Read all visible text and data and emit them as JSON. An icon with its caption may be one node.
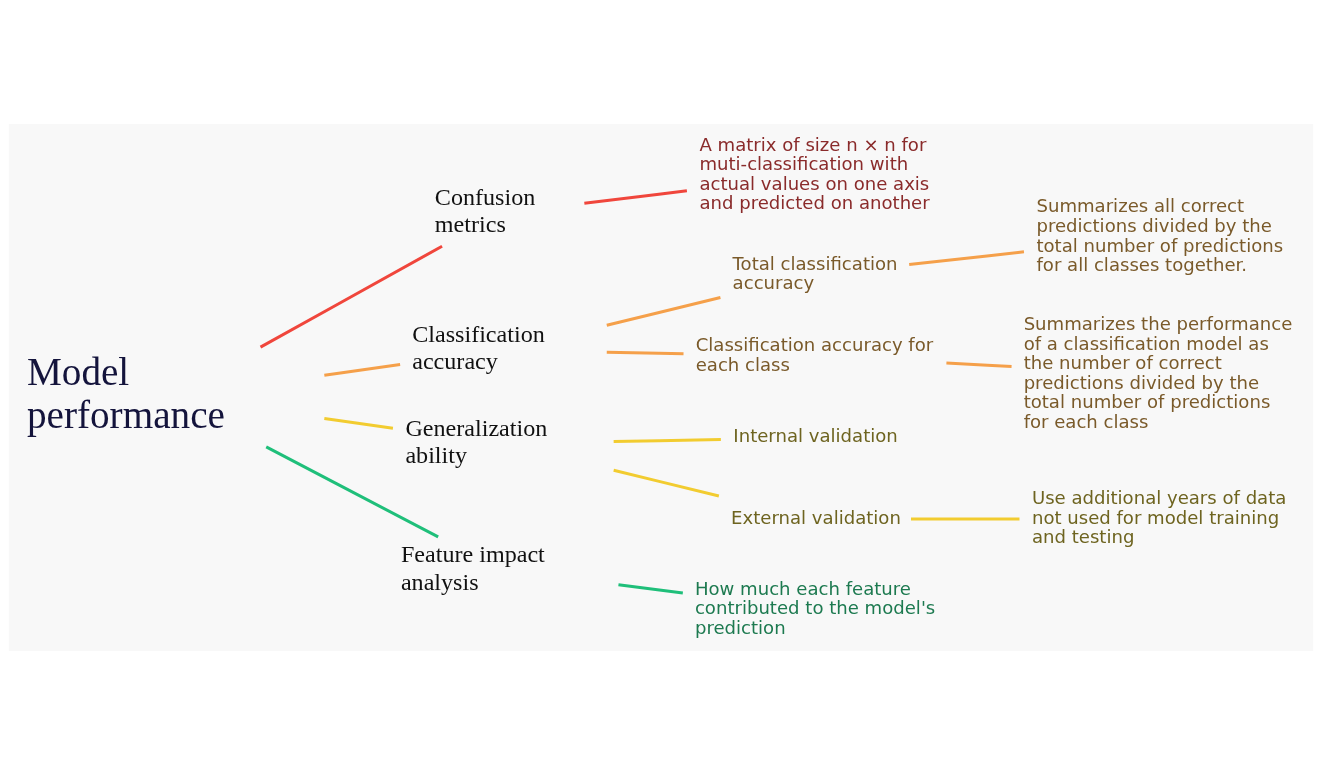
{
  "diagram": {
    "nodes": [
      {
        "text": [
          "Model performance"
        ]
      },
      {
        "text": [
          "Confusion metrics"
        ]
      },
      {
        "text": [
          "A matrix of size n × n for muti-classification with actual values on one axis and predicted on another"
        ]
      },
      {
        "text": [
          "Classification accuracy"
        ]
      },
      {
        "text": [
          "Total classification accuracy"
        ]
      },
      {
        "text": [
          "Summarizes all correct predictions divided by the total number of predictions for all classes together."
        ]
      },
      {
        "text": [
          "Classification accuracy for each class"
        ]
      },
      {
        "text": [
          "Summarizes the performance of a classification model as the number of correct predictions divided by the total number of predictions for each class"
        ]
      },
      {
        "text": [
          "Generalization ability"
        ]
      },
      {
        "text": [
          "Internal validation"
        ]
      },
      {
        "text": [
          "External validation"
        ]
      },
      {
        "text": [
          "Use additional years of data not used for model training and testing"
        ]
      },
      {
        "text": [
          "Feature impact analysis"
        ]
      },
      {
        "text": [
          "How much each feature contributed to the model's prediction"
        ]
      }
    ],
    "edges": [
      {
        "from": 0,
        "to": 1,
        "arrow": "none",
        "color": "#f0463c"
      },
      {
        "from": 1,
        "to": 2,
        "arrow": "none",
        "color": "#f0463c"
      },
      {
        "from": 0,
        "to": 3,
        "arrow": "none",
        "color": "#f5a04a"
      },
      {
        "from": 3,
        "to": 4,
        "arrow": "none",
        "color": "#f5a04a"
      },
      {
        "from": 4,
        "to": 5,
        "arrow": "none",
        "color": "#f5a04a"
      },
      {
        "from": 3,
        "to": 6,
        "arrow": "none",
        "color": "#f5a04a"
      },
      {
        "from": 6,
        "to": 7,
        "arrow": "none",
        "color": "#f5a04a"
      },
      {
        "from": 0,
        "to": 8,
        "arrow": "none",
        "color": "#f2cc30"
      },
      {
        "from": 8,
        "to": 9,
        "arrow": "none",
        "color": "#f2cc30"
      },
      {
        "from": 8,
        "to": 10,
        "arrow": "none",
        "color": "#f2cc30"
      },
      {
        "from": 10,
        "to": 11,
        "arrow": "none",
        "color": "#f2cc30"
      },
      {
        "from": 0,
        "to": 12,
        "arrow": "none",
        "color": "#1fbf7a"
      },
      {
        "from": 12,
        "to": 13,
        "arrow": "none",
        "color": "#1fbf7a"
      }
    ]
  }
}
